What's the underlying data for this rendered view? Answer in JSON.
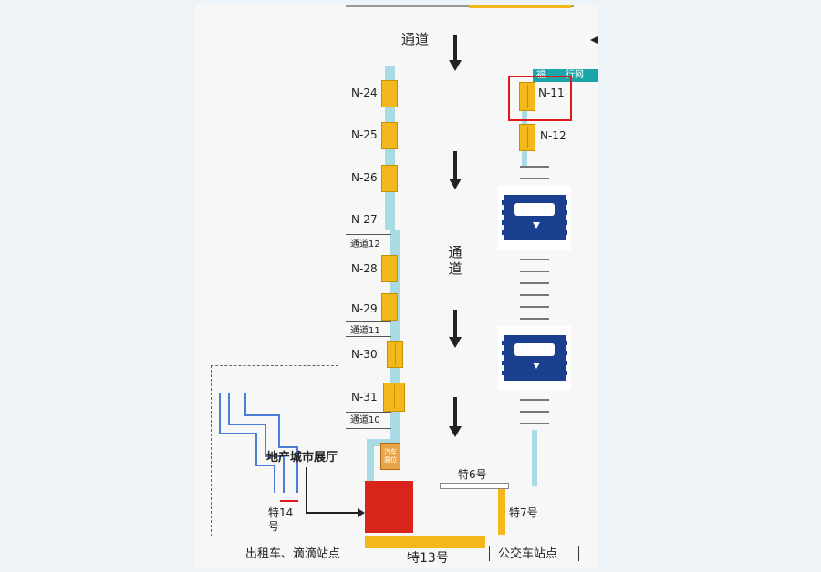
{
  "diagram": {
    "corridor_labels": {
      "top": "通道",
      "middle_chars": [
        "通",
        "道"
      ]
    },
    "left_column_stalls": [
      "N-24",
      "N-25",
      "N-26",
      "N-27",
      "N-28",
      "N-29",
      "N-30",
      "N-31"
    ],
    "passage_labels": [
      "通道12",
      "通道11",
      "通道10"
    ],
    "right_column_stalls": [
      "N-11",
      "N-12"
    ],
    "teal_tag": "福",
    "teal_tag_suffix": "行网",
    "orange_small_tag": "汽车\n展位",
    "exhibition_hall": "地产城市展厅",
    "special_labels": {
      "t6": "特6号",
      "t7": "特7号",
      "t13": "特13号",
      "t14_line1": "特14",
      "t14_line2": "号"
    },
    "bottom_labels": {
      "taxi": "出租车、滴滴站点",
      "bus": "公交车站点"
    }
  },
  "colors": {
    "stall_fill": "#f2b81c",
    "walkway": "#a8dbe3",
    "hall_red": "#d9241c",
    "bus_sign": "#1a3f8f",
    "highlight_box": "#e0191e",
    "path_blue": "#4a7ed6"
  },
  "icons": [
    "down-arrow-icon",
    "bus-sign-icon"
  ]
}
